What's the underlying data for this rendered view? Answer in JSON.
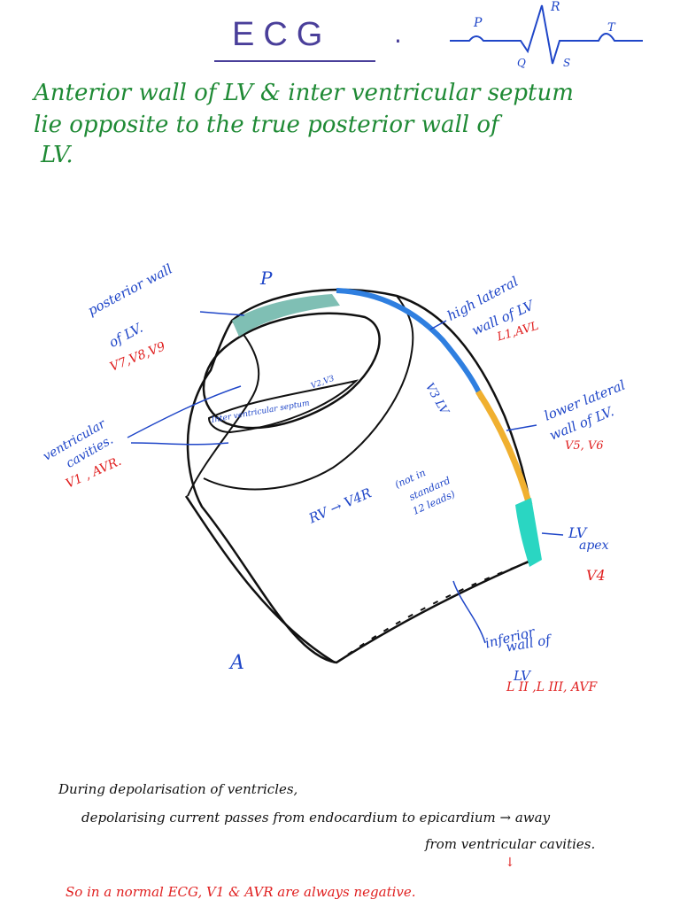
{
  "header": {
    "title": "ECG",
    "ecg_labels": {
      "p": "P",
      "q": "Q",
      "r": "R",
      "s": "S",
      "t": "T"
    }
  },
  "intro": {
    "line1": "Anterior wall of LV  &  inter ventricular septum",
    "line2": "lie opposite to the true posterior wall of",
    "line3": "LV."
  },
  "diagram": {
    "label_p": "P",
    "label_a": "A",
    "posterior_wall": {
      "line1": "posterior wall",
      "line2": "of LV.",
      "leads": "V7,V8,V9"
    },
    "high_lateral": {
      "line1": "high lateral",
      "line2": "wall of LV",
      "leads": "L1,AVL"
    },
    "lower_lateral": {
      "line1": "lower lateral",
      "line2": "wall of LV.",
      "leads": "V5, V6"
    },
    "apex": {
      "line1": "LV",
      "line2": "apex",
      "leads": "V4"
    },
    "inferior": {
      "line1": "inferior",
      "line2": "wall of",
      "line3": "LV",
      "leads": "L II ,L III, AVF"
    },
    "cavities": {
      "line1": "ventricular",
      "line2": "cavities.",
      "leads": "V1 , AVR."
    },
    "septum": {
      "label": "Inter ventricular septum",
      "leads": "V2,V3"
    },
    "v_lv": "V3 LV",
    "rv": {
      "label": "RV → V4R",
      "note1": "(not in",
      "note2": "standard",
      "note3": "12 leads)"
    }
  },
  "footer": {
    "line1": "During depolarisation of ventricles,",
    "line2": "depolarising current passes from endocardium to epicardium → away",
    "line3": "from ventricular cavities.",
    "arrow": "↓",
    "conclusion": "So in a normal  ECG,  V1 & AVR are always negative."
  },
  "colors": {
    "posterior_fill": "#7fbfb4",
    "high_lateral_stroke": "#2f7fe0",
    "lower_lateral_stroke": "#f0b030",
    "apex_fill": "#2ad6c2",
    "title": "#4a3f9a",
    "intro": "#1f8a35",
    "label": "#1f46c8",
    "lead": "#e02020"
  }
}
